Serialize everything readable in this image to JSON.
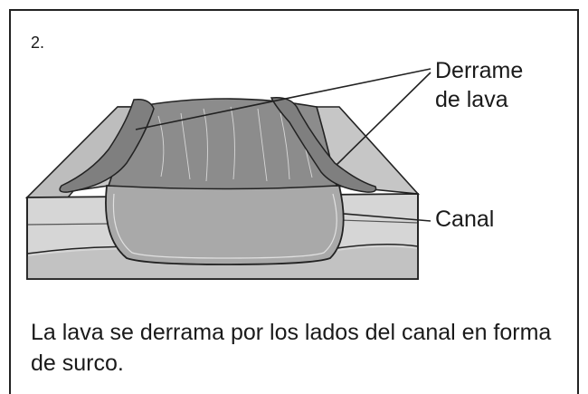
{
  "panel": {
    "number": "2."
  },
  "labels": {
    "overflow_line1": "Derrame",
    "overflow_line2": "de lava",
    "channel": "Canal"
  },
  "caption": "La lava se derrama por los lados del canal en forma de surco.",
  "colors": {
    "ground_top": "#c6c6c6",
    "ground_side": "#d4d4d4",
    "lava": "#8c8c8c",
    "lava_front": "#9e9e9e",
    "outline": "#222222"
  }
}
